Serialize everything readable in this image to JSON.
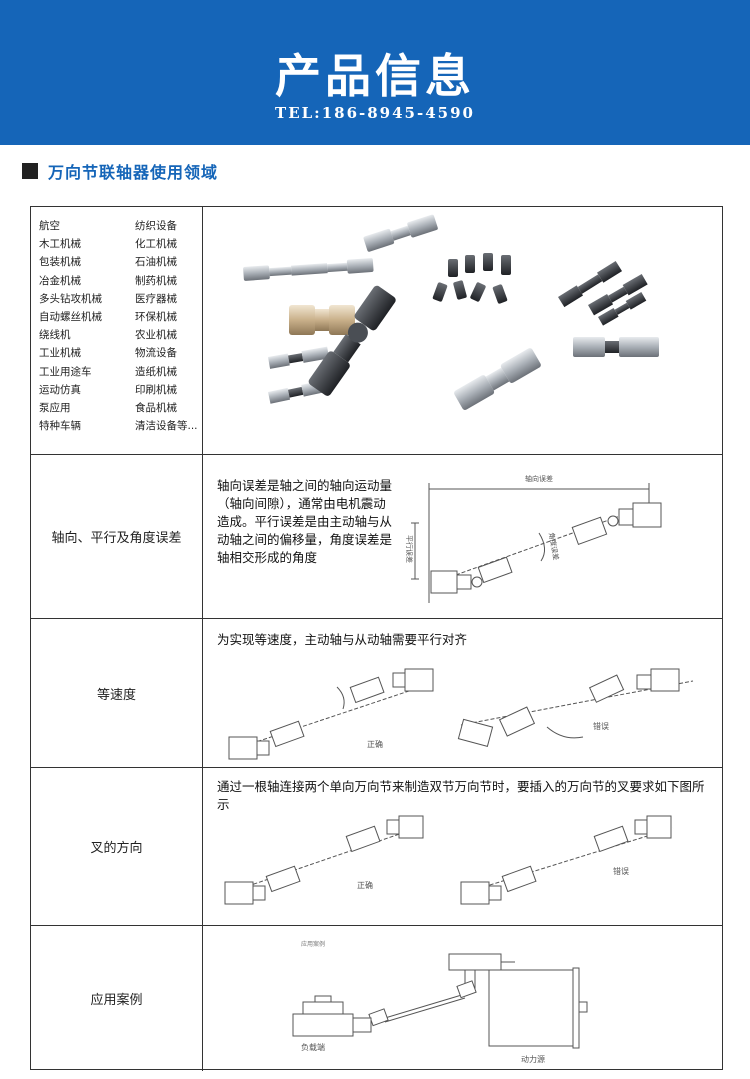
{
  "header": {
    "title": "产品信息",
    "tel": "TEL:186-8945-4590"
  },
  "section": {
    "title": "万向节联轴器使用领域"
  },
  "fields": [
    "航空",
    "纺织设备",
    "木工机械",
    "化工机械",
    "包装机械",
    "石油机械",
    "冶金机械",
    "制药机械",
    "多头钻攻机械",
    "医疗器械",
    "自动螺丝机械",
    "环保机械",
    "绕线机",
    "农业机械",
    "工业机械",
    "物流设备",
    "工业用途车",
    "造纸机械",
    "运动仿真",
    "印刷机械",
    "泵应用",
    "食品机械",
    "特种车辆",
    "清洁设备等..."
  ],
  "rows": {
    "error": {
      "label": "轴向、平行及角度误差",
      "desc": "轴向误差是轴之间的轴向运动量（轴向间隙），通常由电机震动造成。平行误差是由主动轴与从动轴之间的偏移量，角度误差是轴相交形成的角度",
      "dim_axial": "轴向误差",
      "dim_angle": "角度误差",
      "dim_parallel": "平行误差"
    },
    "speed": {
      "label": "等速度",
      "desc": "为实现等速度，主动轴与从动轴需要平行对齐",
      "correct": "正确",
      "wrong": "错误"
    },
    "fork": {
      "label": "叉的方向",
      "desc": "通过一根轴连接两个单向万向节来制造双节万向节时，要插入的万向节的叉要求如下图所示",
      "correct": "正确",
      "wrong": "错误"
    },
    "case": {
      "label": "应用案例",
      "note": "应用案例",
      "load": "负载端",
      "power": "动力源"
    }
  },
  "colors": {
    "banner": "#1565b8",
    "section_title": "#1565b8",
    "metal": "#b9bec4",
    "metal_dark": "#3a3d42"
  }
}
